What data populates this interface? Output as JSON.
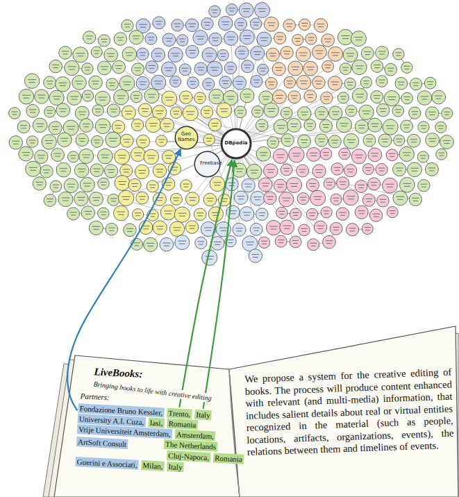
{
  "diagram": {
    "nodes": [
      {
        "text": [
          "Geo Names"
        ]
      },
      {
        "text": [
          "DBpedia"
        ]
      },
      {
        "text": [
          "Freebase"
        ]
      },
      {
        "text": [
          "Fondazione Bruno Kessler,"
        ]
      },
      {
        "text": [
          "Trento,"
        ]
      },
      {
        "text": [
          "Italy"
        ]
      },
      {
        "text": [
          "University A.I. Cuza,"
        ]
      },
      {
        "text": [
          "Iasi,"
        ]
      },
      {
        "text": [
          "Romania"
        ]
      },
      {
        "text": [
          "Vrije Universiteit Amsterdam,"
        ]
      },
      {
        "text": [
          "Amsterdam,"
        ]
      },
      {
        "text": [
          "ArtSoft Consult"
        ]
      },
      {
        "text": [
          "The Netherlands"
        ]
      },
      {
        "text": [
          "Cluj-Napoca,"
        ]
      },
      {
        "text": [
          "Romania"
        ]
      },
      {
        "text": [
          "Guerini e Associati,"
        ]
      },
      {
        "text": [
          "Milan,"
        ]
      },
      {
        "text": [
          "Italy"
        ]
      }
    ],
    "edges": [
      {
        "from": 3,
        "to": 0,
        "arrow": "to"
      },
      {
        "from": 4,
        "to": 1,
        "arrow": "to"
      },
      {
        "from": 5,
        "to": 1,
        "arrow": "to"
      }
    ],
    "labels": [
      "LiveBooks:",
      "Bringing books to life with creative editing",
      "Partners:",
      "We propose a system for the creative editing of books. The process will produce content enhanced with relevant (and multi-media) information, that includes salient details about real or virtual entities recognized in the material (such as people, locations, artifacts, organizations, events), the relations between them and timelines of events."
    ]
  }
}
